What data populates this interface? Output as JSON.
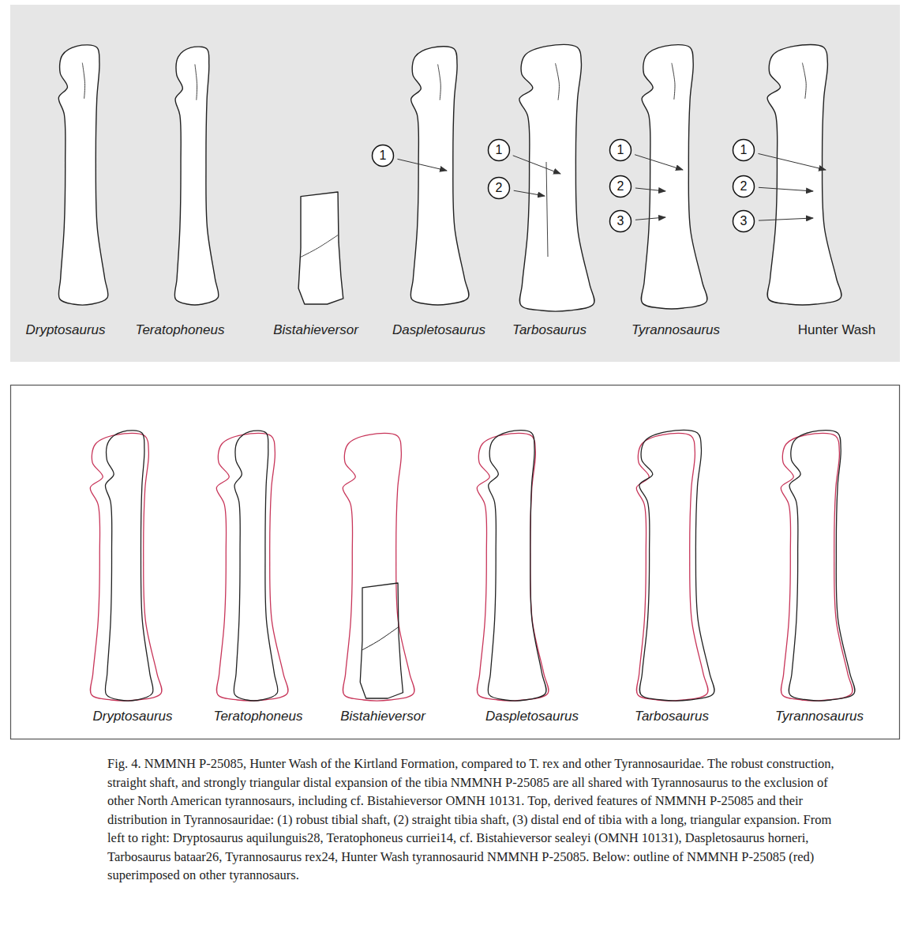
{
  "diagram": {
    "caption": "Fig. 4. NMMNH P-25085, Hunter Wash of the Kirtland Formation, compared to T. rex and other Tyrannosauridae. The robust construction, straight shaft, and strongly triangular distal expansion of the tibia NMMNH P-25085 are all shared with Tyrannosaurus to the exclusion of other North American tyrannosaurs, including cf. Bistahieversor OMNH 10131. Top, derived features of NMMNH P-25085 and their distribution in Tyrannosauridae: (1) robust tibial shaft, (2) straight tibia shaft, (3) distal end of tibia with a long, triangular expansion. From left to right: Dryptosaurus aquilunguis28, Teratophoneus curriei14, cf. Bistahieversor sealeyi (OMNH 10131), Daspletosaurus horneri, Tarbosaurus bataar26, Tyrannosaurus rex24, Hunter Wash tyrannosaurid NMMNH P-25085. Below: outline of NMMNH P-25085 (red) superimposed on other tyrannosaurs.",
    "nodes": [
      {
        "text": [
          "1"
        ]
      },
      {
        "text": [
          "1"
        ]
      },
      {
        "text": [
          "2"
        ]
      },
      {
        "text": [
          "1"
        ]
      },
      {
        "text": [
          "2"
        ]
      },
      {
        "text": [
          "3"
        ]
      },
      {
        "text": [
          "1"
        ]
      },
      {
        "text": [
          "2"
        ]
      },
      {
        "text": [
          "3"
        ]
      }
    ],
    "labels": [
      "Dryptosaurus",
      "Teratophoneus",
      "Bistahieversor",
      "Daspletosaurus",
      "Tarbosaurus",
      "Tyrannosaurus",
      "Hunter Wash",
      "Dryptosaurus",
      "Teratophoneus",
      "Bistahieversor",
      "Daspletosaurus",
      "Tarbosaurus",
      "Tyrannosaurus"
    ]
  }
}
